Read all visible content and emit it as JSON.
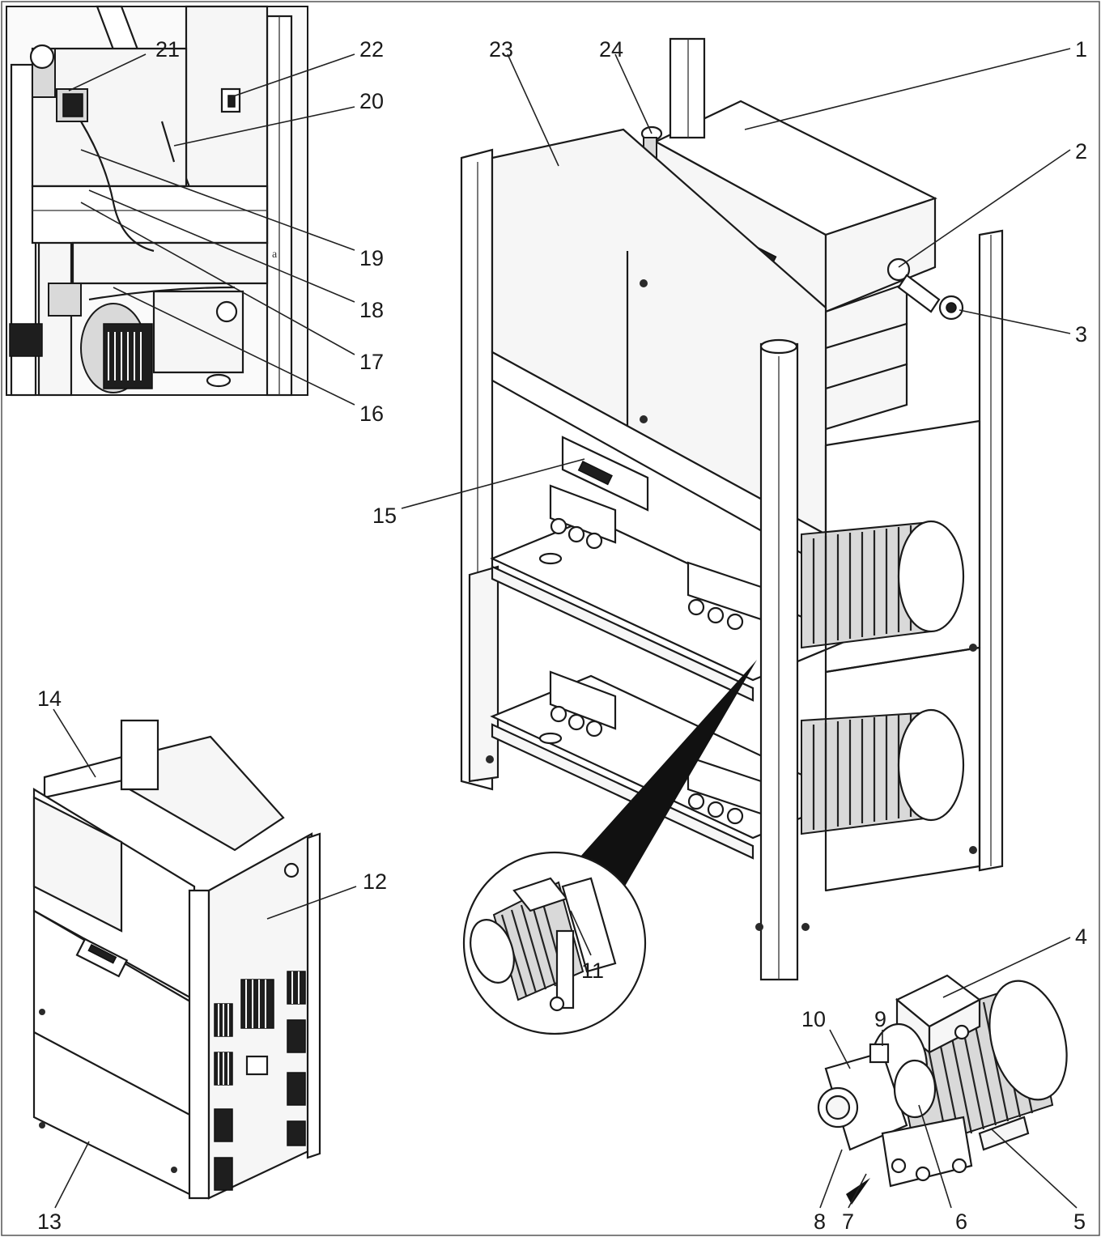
{
  "callouts": {
    "c1": "1",
    "c2": "2",
    "c3": "3",
    "c4": "4",
    "c5": "5",
    "c6": "6",
    "c7": "7",
    "c8": "8",
    "c9": "9",
    "c10": "10",
    "c11": "11",
    "c12": "12",
    "c13": "13",
    "c14": "14",
    "c15": "15",
    "c16": "16",
    "c17": "17",
    "c18": "18",
    "c19": "19",
    "c20": "20",
    "c21": "21",
    "c22": "22",
    "c23": "23",
    "c24": "24"
  },
  "detail_label": "a"
}
